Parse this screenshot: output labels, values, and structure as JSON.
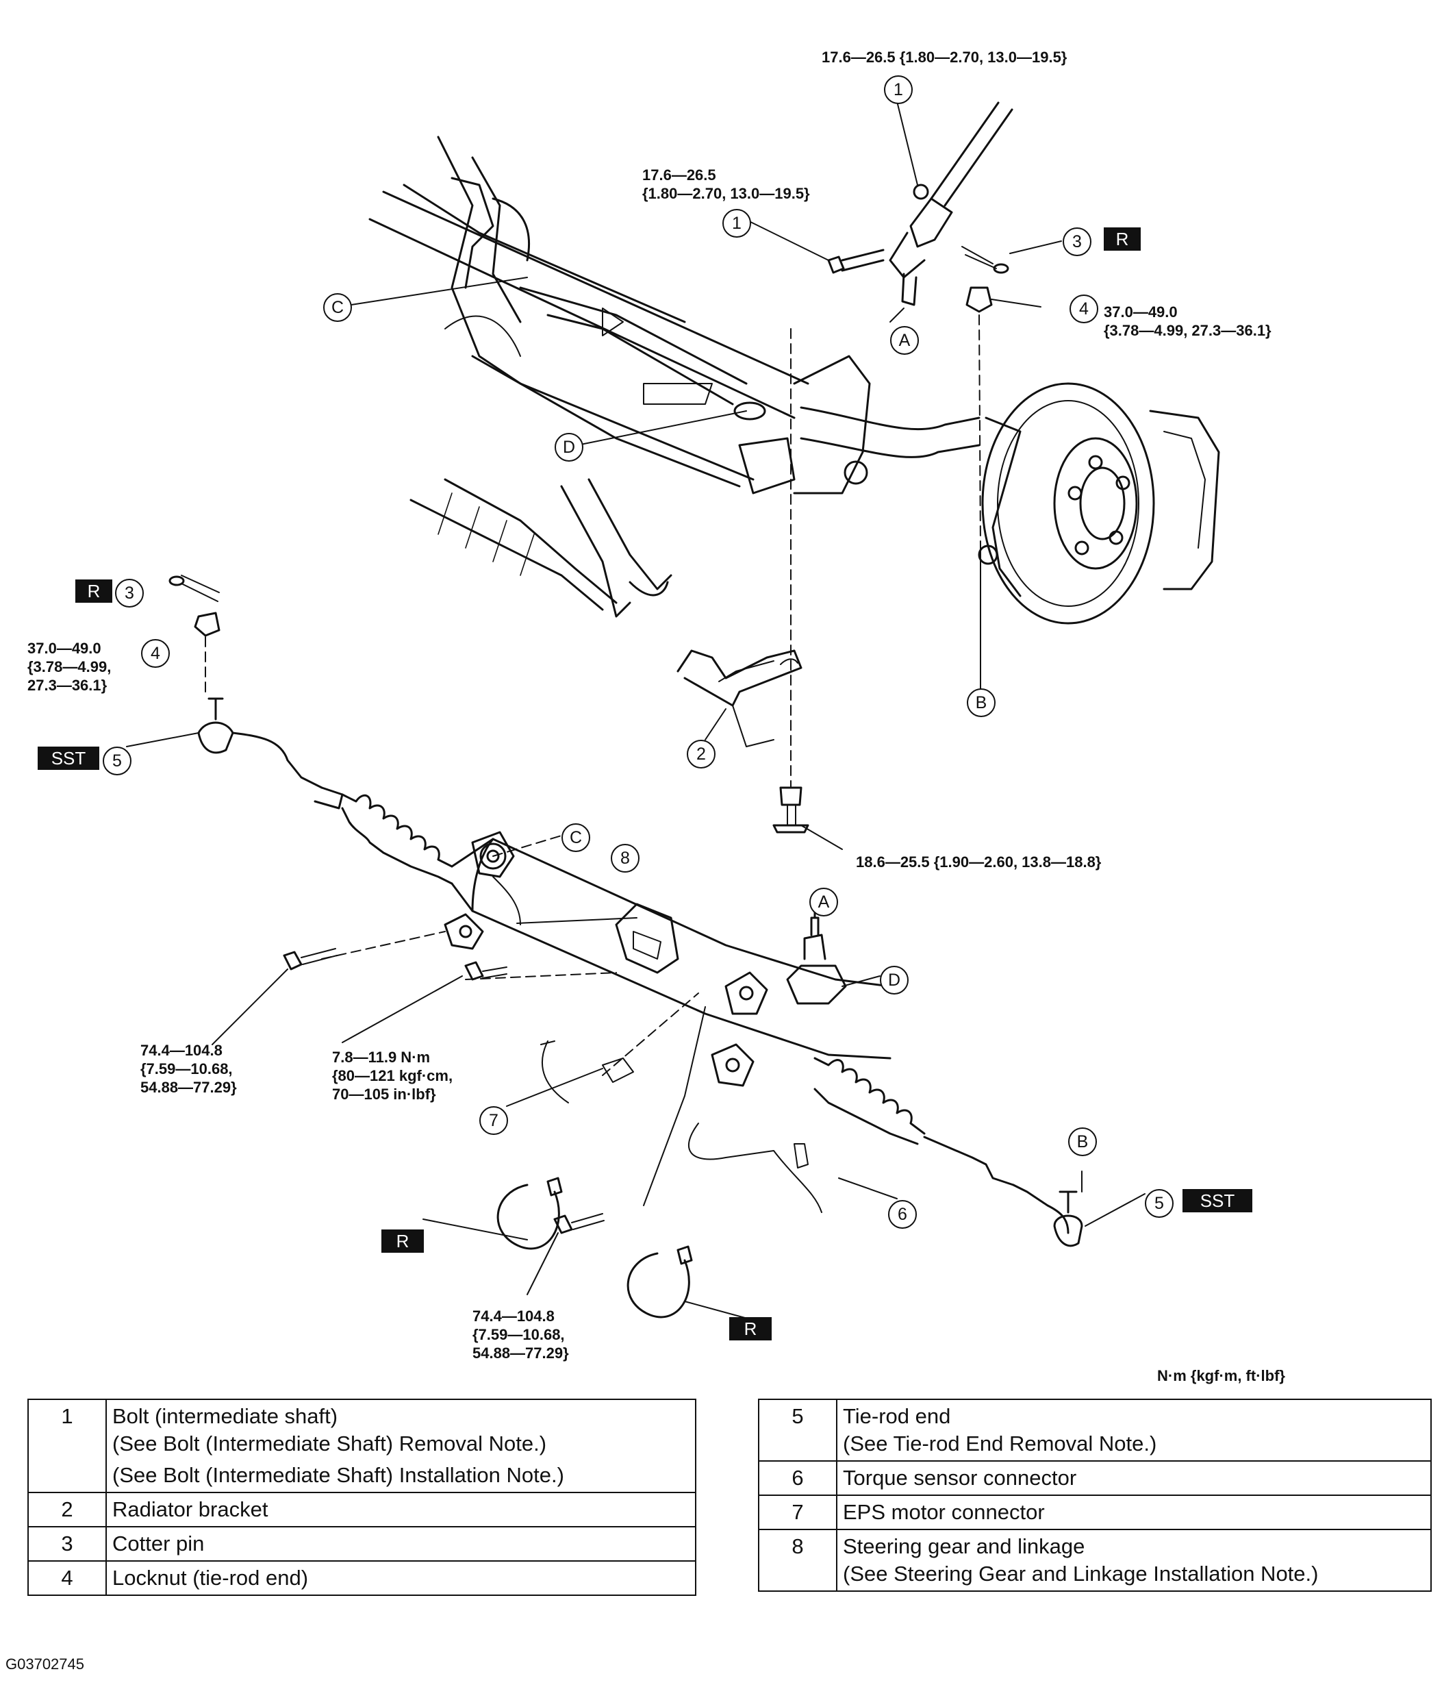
{
  "diagram": {
    "units_note": "N·m {kgf·m, ft·lbf}",
    "torques": {
      "t_top": "17.6—26.5 {1.80—2.70, 13.0—19.5}",
      "t_shaft": "17.6—26.5\n{1.80—2.70, 13.0—19.5}",
      "t_nut_right": "37.0—49.0\n{3.78—4.99, 27.3—36.1}",
      "t_nut_left": "37.0—49.0\n{3.78—4.99,\n27.3—36.1}",
      "t_bracket_bolt": "18.6—25.5 {1.90—2.60, 13.8—18.8}",
      "t_mount_upper": "74.4—104.8\n{7.59—10.68,\n54.88—77.29}",
      "t_motor": "7.8—11.9 N·m\n{80—121 kgf·cm,\n70—105 in·lbf}",
      "t_mount_lower": "74.4—104.8\n{7.59—10.68,\n54.88—77.29}"
    },
    "callouts": {
      "c1a": "1",
      "c1b": "1",
      "c2": "2",
      "c3a": "3",
      "c3b": "3",
      "c4a": "4",
      "c4b": "4",
      "c5a": "5",
      "c5b": "5",
      "c6": "6",
      "c7": "7",
      "c8": "8",
      "cA1": "A",
      "cA2": "A",
      "cB1": "B",
      "cB2": "B",
      "cC1": "C",
      "cC2": "C",
      "cD1": "D",
      "cD2": "D"
    },
    "tags": {
      "r1": "R",
      "r2": "R",
      "r3": "R",
      "r4": "R",
      "sst1": "SST",
      "sst2": "SST"
    }
  },
  "parts_table": {
    "left": [
      {
        "num": "1",
        "lines": [
          "Bolt (intermediate shaft)",
          "(See Bolt (Intermediate Shaft) Removal Note.)",
          "(See Bolt (Intermediate Shaft) Installation Note.)"
        ]
      },
      {
        "num": "2",
        "lines": [
          "Radiator bracket"
        ]
      },
      {
        "num": "3",
        "lines": [
          "Cotter pin"
        ]
      },
      {
        "num": "4",
        "lines": [
          "Locknut (tie-rod end)"
        ]
      }
    ],
    "right": [
      {
        "num": "5",
        "lines": [
          "Tie-rod end",
          "(See Tie-rod End Removal Note.)"
        ]
      },
      {
        "num": "6",
        "lines": [
          "Torque sensor connector"
        ]
      },
      {
        "num": "7",
        "lines": [
          "EPS motor connector"
        ]
      },
      {
        "num": "8",
        "lines": [
          "Steering gear and linkage",
          "(See Steering Gear and Linkage Installation Note.)"
        ]
      }
    ]
  },
  "figure_code": "G03702745"
}
